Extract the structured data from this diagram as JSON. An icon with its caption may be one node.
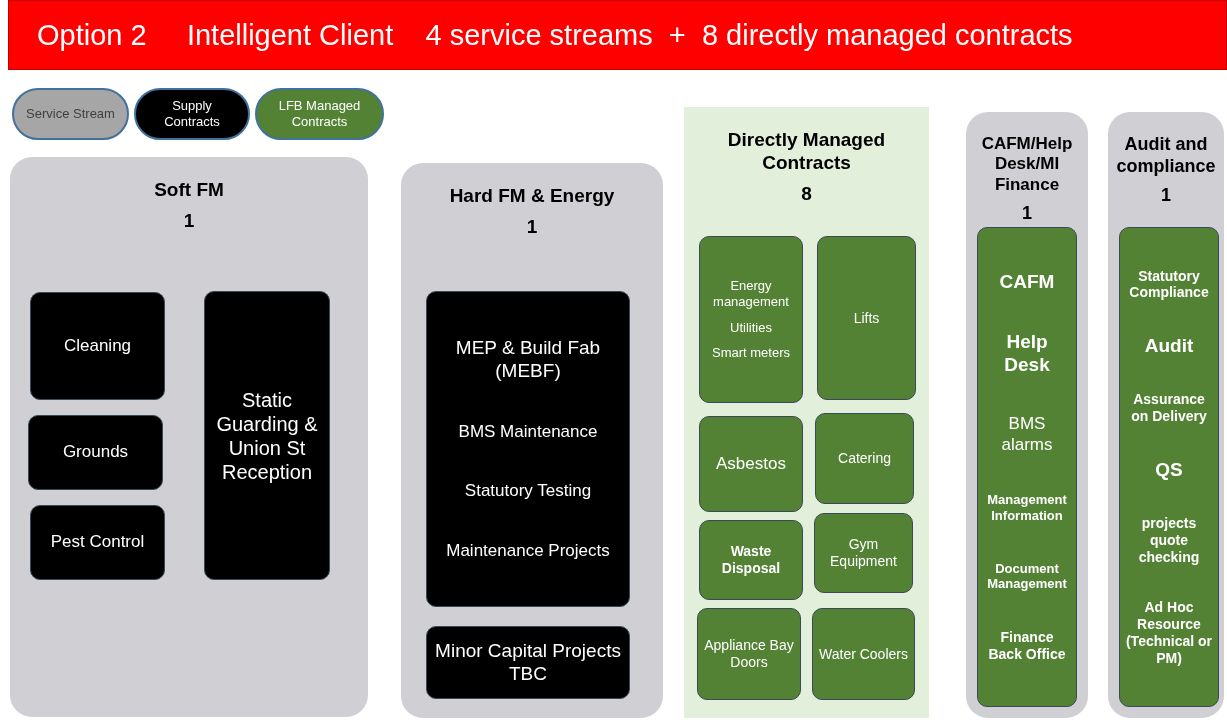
{
  "diagram": {
    "title": "Option 2     Intelligent Client    4 service streams  +  8 directly managed contracts",
    "nodes": [
      {
        "text": [
          "Soft FM",
          "1"
        ]
      },
      {
        "text": [
          "Cleaning"
        ],
        "in": 0
      },
      {
        "text": [
          "Static Guarding & Union St Reception"
        ],
        "in": 0
      },
      {
        "text": [
          "Grounds"
        ],
        "in": 0
      },
      {
        "text": [
          "Pest Control"
        ],
        "in": 0
      },
      {
        "text": [
          "Hard FM & Energy",
          "1"
        ]
      },
      {
        "text": [
          "MEP & Build Fab (MEBF)",
          "BMS Maintenance",
          "Statutory Testing",
          "Maintenance Projects"
        ],
        "in": 5
      },
      {
        "text": [
          "Minor Capital Projects TBC"
        ],
        "in": 5
      },
      {
        "text": [
          "Directly Managed Contracts",
          "8"
        ]
      },
      {
        "text": [
          "Energy management",
          "Utilities",
          "Smart meters"
        ],
        "in": 8
      },
      {
        "text": [
          "Lifts"
        ],
        "in": 8
      },
      {
        "text": [
          "Asbestos"
        ],
        "in": 8
      },
      {
        "text": [
          "Catering"
        ],
        "in": 8
      },
      {
        "text": [
          "Waste Disposal"
        ],
        "in": 8
      },
      {
        "text": [
          "Gym Equipment"
        ],
        "in": 8
      },
      {
        "text": [
          "Appliance Bay Doors"
        ],
        "in": 8
      },
      {
        "text": [
          "Water Coolers"
        ],
        "in": 8
      },
      {
        "text": [
          "CAFM/Help Desk/MI Finance",
          "1"
        ]
      },
      {
        "text": [
          "CAFM",
          "Help Desk",
          "BMS alarms",
          "Management Information",
          "Document Management",
          "Finance Back Office"
        ],
        "in": 17
      },
      {
        "text": [
          "Audit and compliance",
          "1"
        ]
      },
      {
        "text": [
          "Statutory Compliance",
          "Audit",
          "Assurance on Delivery",
          "QS",
          "projects quote checking",
          "Ad Hoc Resource (Technical or PM)"
        ],
        "in": 19
      }
    ],
    "legend": [
      {
        "text": "Service Stream",
        "color": "#a6a6a6"
      },
      {
        "text": "Supply Contracts",
        "color": "#000000"
      },
      {
        "text": "LFB Managed Contracts",
        "color": "#548235"
      }
    ]
  }
}
